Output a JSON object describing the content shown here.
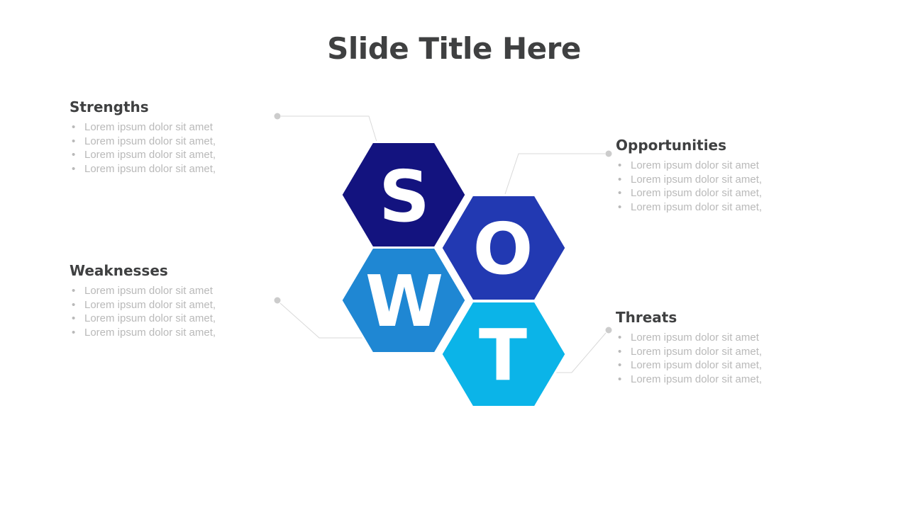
{
  "title": "Slide Title Here",
  "sections": {
    "strengths": {
      "heading": "Strengths",
      "bullets": [
        "Lorem ipsum dolor sit amet",
        "Lorem ipsum dolor sit amet,",
        "Lorem ipsum dolor sit amet,",
        "Lorem ipsum dolor sit amet,"
      ]
    },
    "weaknesses": {
      "heading": "Weaknesses",
      "bullets": [
        "Lorem ipsum dolor sit amet",
        "Lorem ipsum dolor sit amet,",
        "Lorem ipsum dolor sit amet,",
        "Lorem ipsum dolor sit amet,"
      ]
    },
    "opportunities": {
      "heading": "Opportunities",
      "bullets": [
        "Lorem ipsum dolor sit amet",
        "Lorem ipsum dolor sit amet,",
        "Lorem ipsum dolor sit amet,",
        "Lorem ipsum dolor sit amet,"
      ]
    },
    "threats": {
      "heading": "Threats",
      "bullets": [
        "Lorem ipsum dolor sit amet",
        "Lorem ipsum dolor sit amet,",
        "Lorem ipsum dolor sit amet,",
        "Lorem ipsum dolor sit amet,"
      ]
    }
  },
  "hexagons": [
    {
      "name": "strengths-hexagon",
      "letter": "S",
      "color": "#13137F"
    },
    {
      "name": "opportunities-hexagon",
      "letter": "O",
      "color": "#2239B2"
    },
    {
      "name": "weaknesses-hexagon",
      "letter": "W",
      "color": "#1F87D3"
    },
    {
      "name": "threats-hexagon",
      "letter": "T",
      "color": "#0BB4E8"
    }
  ],
  "colors": {
    "background": "#FFFFFF",
    "title_text": "#3F4041",
    "heading_text": "#3F4041",
    "bullet_text": "#B9B9B9",
    "letter_text": "#FFFFFF",
    "hexagon_stroke": "#FFFFFF",
    "connector": "#D9D9D9",
    "connector_dot": "#CCCCCC"
  }
}
